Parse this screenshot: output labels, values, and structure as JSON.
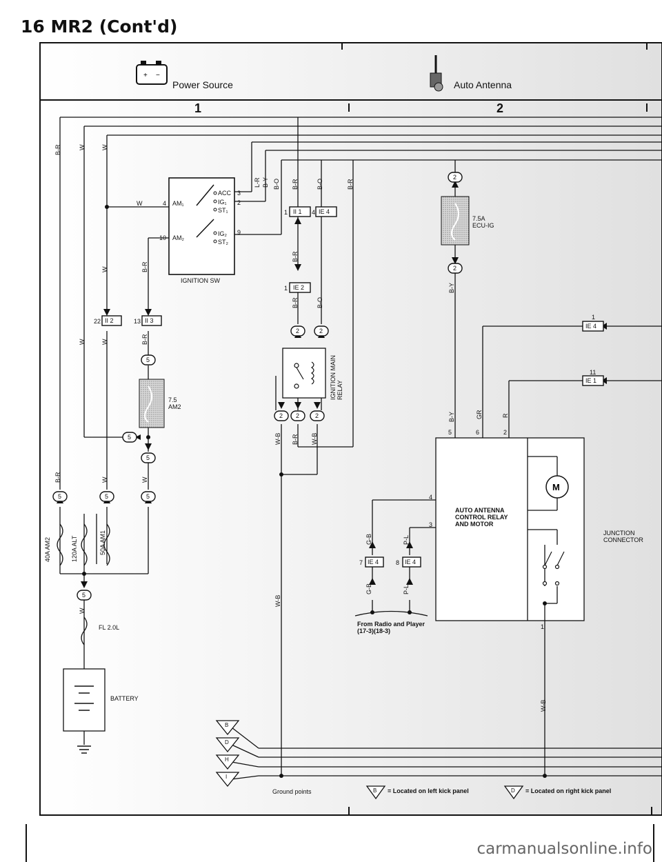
{
  "page_title": "16 MR2 (Cont'd)",
  "headers": {
    "power_source": "Power Source",
    "auto_antenna": "Auto Antenna"
  },
  "columns": {
    "col1": "1",
    "col2": "2"
  },
  "components": {
    "ignition_sw": "IGNITION SW",
    "acc": "ACC",
    "ig1": "IG₁",
    "st1": "ST₁",
    "ig2": "IG₂",
    "st2": "ST₂",
    "am1": "AM₁",
    "am2": "AM₂",
    "fuse_am2": "7.5\nAM2",
    "fuse_ecu_ig": "7.5A\nECU-IG",
    "ign_main_relay": "IGNITION MAIN\nRELAY",
    "auto_antenna_relay": "AUTO ANTENNA\nCONTROL RELAY\nAND MOTOR",
    "motor": "M",
    "junction_connector": "JUNCTION\nCONNECTOR",
    "fusible_40a": "40A AM2",
    "fusible_120a": "120A ALT",
    "fusible_50a": "50A AM1",
    "fusible_fl": "FL 2.0L",
    "battery": "BATTERY",
    "from_radio": "From Radio and Player\n(17-3)(18-3)",
    "ground_points": "Ground points"
  },
  "connectors": {
    "ii2": "II 2",
    "ii3": "II 3",
    "ii1": "II 1",
    "ie4": "IE 4",
    "ie2": "IE 2",
    "ie1": "IE 1",
    "c5": "5",
    "c2": "2"
  },
  "pins": {
    "sw_w": "4",
    "sw_am2": "10",
    "sw_acc": "3",
    "sw_ig1": "2",
    "sw_ig2": "9",
    "ii2": "22",
    "ii3": "13",
    "ii1": "1",
    "ie4a": "4",
    "ie2": "1",
    "ie4b": "1",
    "ie1": "11",
    "relay5": "5",
    "relay6": "6",
    "relay2": "2",
    "relay4": "4",
    "relay3": "3",
    "gb_ie4": "7",
    "pl_ie4": "8",
    "relay1": "1"
  },
  "wires": {
    "br": "B-R",
    "w": "W",
    "lr": "L-R",
    "by": "B-Y",
    "bo": "B-O",
    "wb": "W-B",
    "gr": "GR",
    "r": "R",
    "gb": "G-B",
    "pl": "P-L"
  },
  "grounds": [
    "B",
    "D",
    "H",
    "I"
  ],
  "legend": {
    "left_kick": "= Located on left kick panel",
    "right_kick": "= Located on right kick panel",
    "b": "B",
    "d": "D"
  },
  "watermark": "carmanualsonline.info"
}
